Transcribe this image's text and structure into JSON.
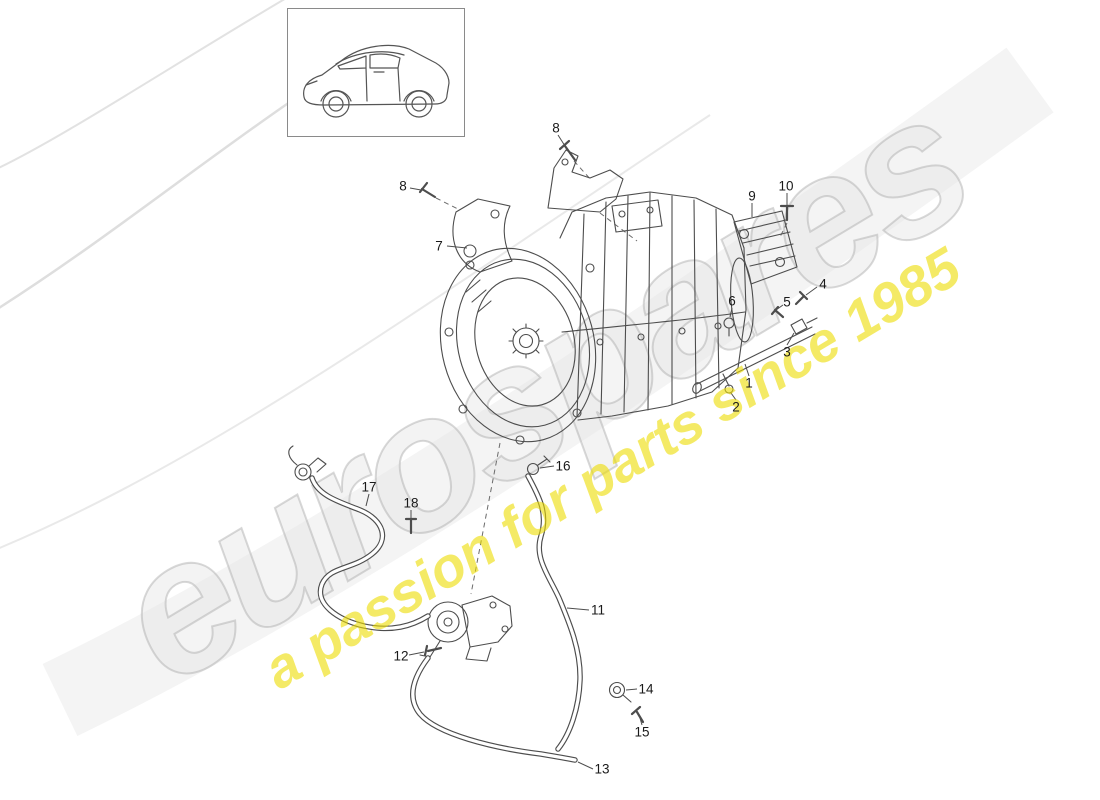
{
  "watermark": {
    "brand": "eurospares",
    "tagline": "a passion for parts since 1985"
  },
  "colors": {
    "watermark_gray": "#d9d9d9",
    "watermark_yellow": "#ecdc00",
    "diagram_line": "#4d4d4d",
    "background": "#ffffff"
  },
  "vehicle_thumbnail": {
    "icon": "porsche-panamera-side-view-icon"
  },
  "callouts": [
    {
      "label": "8"
    },
    {
      "label": "8"
    },
    {
      "label": "7"
    },
    {
      "label": "9"
    },
    {
      "label": "10"
    },
    {
      "label": "4"
    },
    {
      "label": "5"
    },
    {
      "label": "6"
    },
    {
      "label": "3"
    },
    {
      "label": "1"
    },
    {
      "label": "2"
    },
    {
      "label": "16"
    },
    {
      "label": "17"
    },
    {
      "label": "18"
    },
    {
      "label": "11"
    },
    {
      "label": "12"
    },
    {
      "label": "14"
    },
    {
      "label": "15"
    },
    {
      "label": "13"
    }
  ]
}
